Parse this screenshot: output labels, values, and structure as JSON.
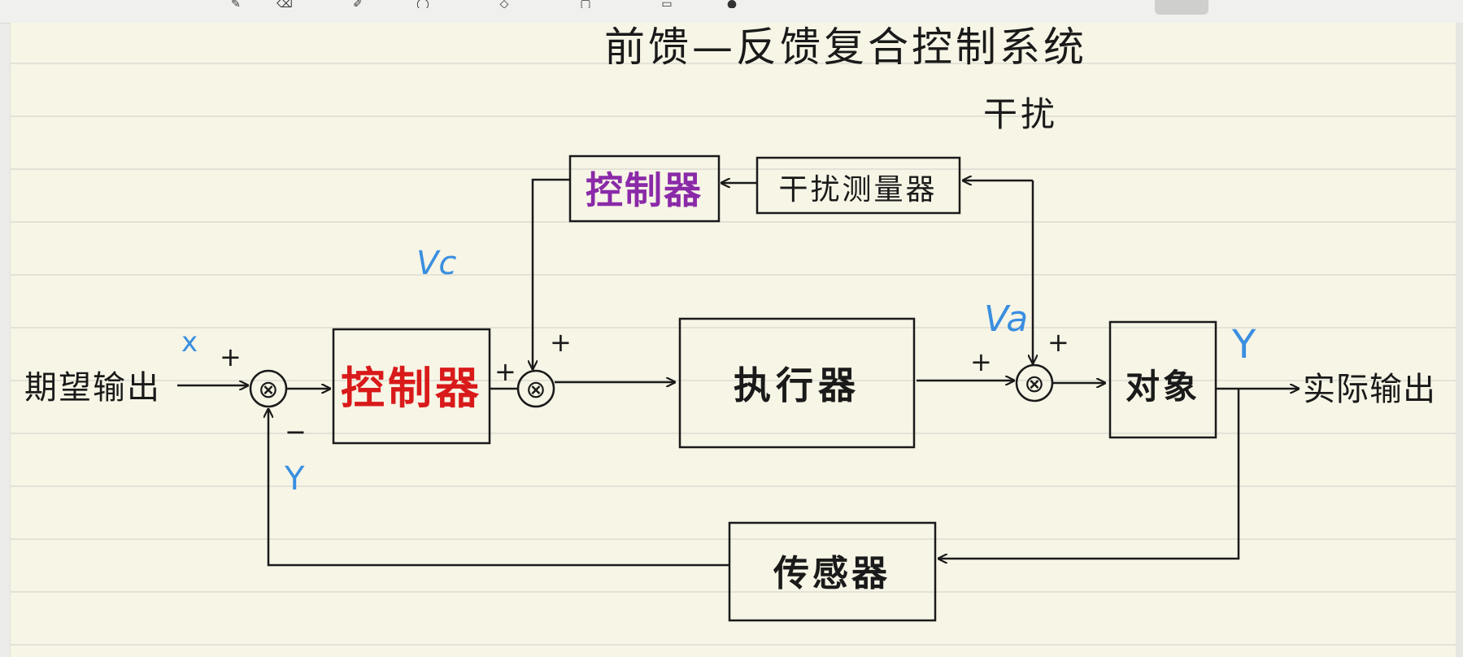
{
  "title": "前馈—反馈复合控制系统",
  "nodes": {
    "input": "期望输出",
    "controller_main": "控制器",
    "actuator": "执行器",
    "plant": "对象",
    "output": "实际输出",
    "sensor": "传感器",
    "disturbance": "干扰",
    "disturbance_meter": "干扰测量器",
    "controller_ff": "控制器"
  },
  "signals": {
    "x": "x",
    "vc": "Vc",
    "va": "Va",
    "y_out": "Y",
    "y_fb": "Y"
  },
  "signs": {
    "sum1_in": "+",
    "sum1_fb": "−",
    "sum2_left": "+",
    "sum2_top": "+",
    "sum3_left": "+",
    "sum3_top": "+"
  },
  "sum_symbol": "⊗",
  "colors": {
    "ink": "#1a1a1a",
    "blue": "#3a8fe0",
    "red": "#d91a1a",
    "purple": "#8a2aa8",
    "paper": "#f7f5e6",
    "rule": "#e4e2d8"
  }
}
